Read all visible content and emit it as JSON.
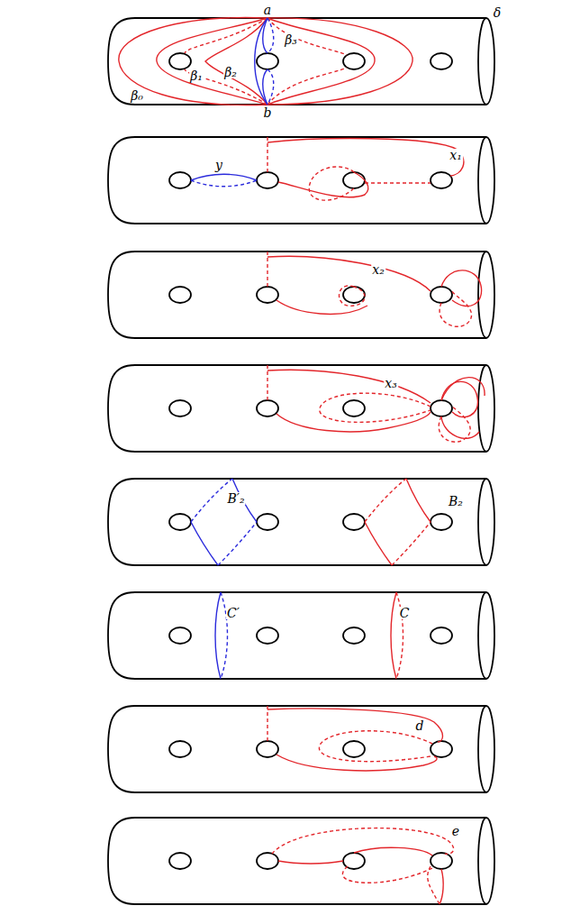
{
  "diagram": {
    "labels": [
      "a",
      "δ",
      "β₃",
      "β₁",
      "β₂",
      "β₀",
      "b",
      "y",
      "x₁",
      "x₂",
      "x₃",
      "B′₂",
      "B₂",
      "C′",
      "C",
      "d",
      "e"
    ]
  }
}
